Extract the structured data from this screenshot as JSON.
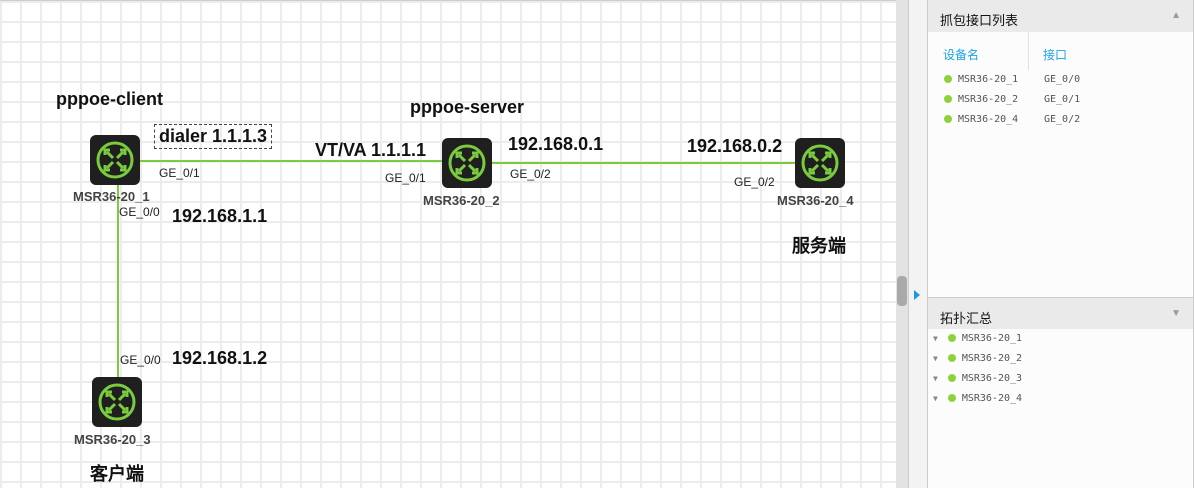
{
  "topology": {
    "devices": [
      {
        "id": "r1",
        "name": "MSR36-20_1"
      },
      {
        "id": "r2",
        "name": "MSR36-20_2"
      },
      {
        "id": "r3",
        "name": "MSR36-20_3"
      },
      {
        "id": "r4",
        "name": "MSR36-20_4"
      }
    ],
    "ports": {
      "r1_ge01": "GE_0/1",
      "r1_ge00": "GE_0/0",
      "r2_ge01": "GE_0/1",
      "r2_ge02": "GE_0/2",
      "r4_ge02": "GE_0/2",
      "r3_ge00": "GE_0/0"
    },
    "annotations": {
      "client": "pppoe-client",
      "server": "pppoe-server",
      "dialer": "dialer 1.1.1.3",
      "vtva": "VT/VA 1.1.1.1",
      "ip_r2": "192.168.0.1",
      "ip_r4": "192.168.0.2",
      "ip_r1": "192.168.1.1",
      "ip_r3": "192.168.1.2",
      "server_side": "服务端",
      "client_side": "客户端"
    },
    "link_color": "#7acb3d"
  },
  "capture_panel": {
    "title": "抓包接口列表",
    "columns": [
      "设备名",
      "接口"
    ],
    "rows": [
      {
        "device": "MSR36-20_1",
        "port": "GE_0/0"
      },
      {
        "device": "MSR36-20_2",
        "port": "GE_0/1"
      },
      {
        "device": "MSR36-20_4",
        "port": "GE_0/2"
      }
    ]
  },
  "summary_panel": {
    "title": "拓扑汇总",
    "items": [
      "MSR36-20_1",
      "MSR36-20_2",
      "MSR36-20_3",
      "MSR36-20_4"
    ]
  }
}
